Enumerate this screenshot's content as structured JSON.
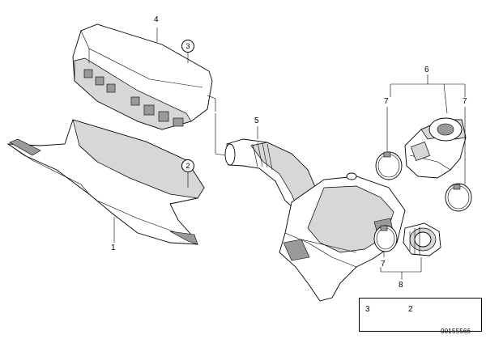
{
  "diagram": {
    "callouts": {
      "c1": "1",
      "c2": "2",
      "c3": "3",
      "c4": "4",
      "c5": "5",
      "c6": "6",
      "c7a": "7",
      "c7b": "7",
      "c7c": "7",
      "c8": "8"
    },
    "legend": {
      "item_left_number": "3",
      "item_right_number": "2"
    },
    "image_code": "00155566"
  }
}
